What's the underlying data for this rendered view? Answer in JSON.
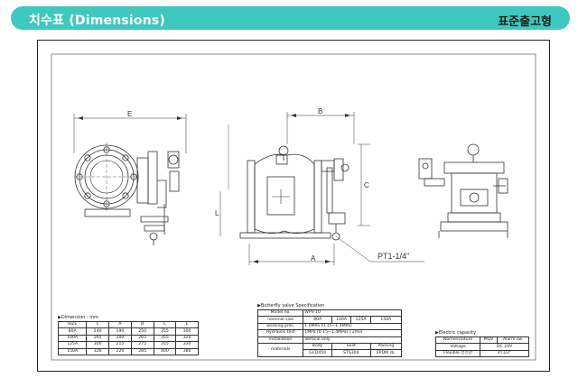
{
  "header": {
    "title": "치수표 (Dimensions)",
    "right_label": "표준출고형"
  },
  "labels": {
    "E": "E",
    "B": "B",
    "C": "C",
    "L": "L",
    "A": "A",
    "pt": "PT1-1/4\""
  },
  "dimension_table": {
    "caption": "▶Dimension : mm",
    "headers": [
      "SIZE",
      "L",
      "A",
      "B",
      "C",
      "E"
    ],
    "rows": [
      [
        "80A",
        "240",
        "190",
        "250",
        "355",
        "300"
      ],
      [
        "100A",
        "265",
        "200",
        "265",
        "355",
        "320"
      ],
      [
        "125A",
        "300",
        "215",
        "275",
        "355",
        "330"
      ],
      [
        "150A",
        "326",
        "220",
        "285",
        "400",
        "380"
      ]
    ]
  },
  "spec_table": {
    "caption": "▶Butterfly valve Specification",
    "model_label": "Model no.",
    "model_value": "WPV-10",
    "size_label": "nominal size",
    "sizes": [
      "80A",
      "100A",
      "125A",
      "150A"
    ],
    "working_label": "working pres.",
    "working_value": "1.0MPa (0.15~1.4MPa)",
    "hydro_label": "Hydraulic test",
    "hydro_value": "1MPa (0.15~1.4MPa) / 2min",
    "install_label": "installation",
    "install_value": "Vertical only",
    "materials_label": "materials",
    "material_headers": [
      "Body",
      "Seat",
      "Packing"
    ],
    "material_values": [
      "GCD450",
      "STS304",
      "EPDM rb."
    ]
  },
  "electric_table": {
    "caption": "▶Electric capacity",
    "headers": [
      "Nomenclature",
      "MOV",
      "Alarm sw."
    ],
    "voltage_label": "Voltage",
    "voltage_value": "DC 24V",
    "flexible_label": "Flexible 전선관",
    "flexible_value": "PT1/2\""
  }
}
